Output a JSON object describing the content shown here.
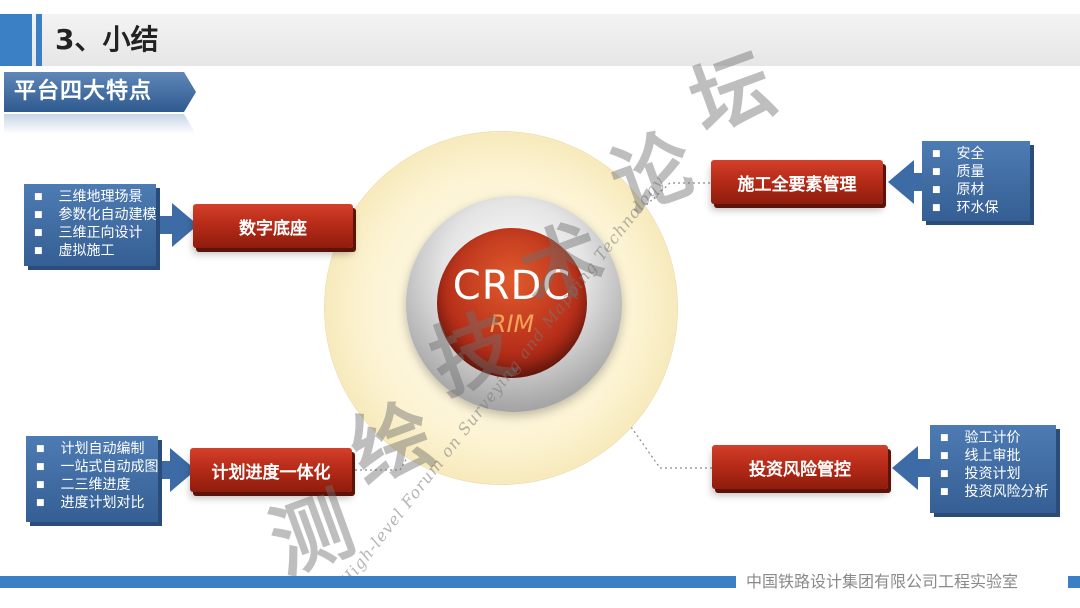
{
  "header": {
    "title": "3、小结"
  },
  "subtitle": "平台四大特点",
  "core": {
    "title": "CRDC",
    "subtitle": "RIM"
  },
  "features": {
    "digital_base": "数字底座",
    "construction": "施工全要素管理",
    "planning": "计划进度一体化",
    "investment": "投资风险管控"
  },
  "lists": {
    "digital_base": [
      "三维地理场景",
      "参数化自动建模",
      "三维正向设计",
      "虚拟施工"
    ],
    "construction": [
      "安全",
      "质量",
      "原材",
      "环水保"
    ],
    "planning": [
      "计划自动编制",
      "一站式自动成图",
      "二三维进度",
      "进度计划对比"
    ],
    "investment": [
      "验工计价",
      "线上审批",
      "投资计划",
      "投资风险分析"
    ]
  },
  "watermark": {
    "text": "High-level Forum on Surveying and Mapping Technology",
    "chars": [
      "测",
      "绘",
      "技",
      "术",
      "论",
      "坛"
    ]
  },
  "footer": {
    "text": "中国铁路设计集团有限公司工程实验室"
  },
  "colors": {
    "accent_blue": "#3b7fc4",
    "feature_red": "#b42a17",
    "list_blue": "#4d7bb3"
  }
}
